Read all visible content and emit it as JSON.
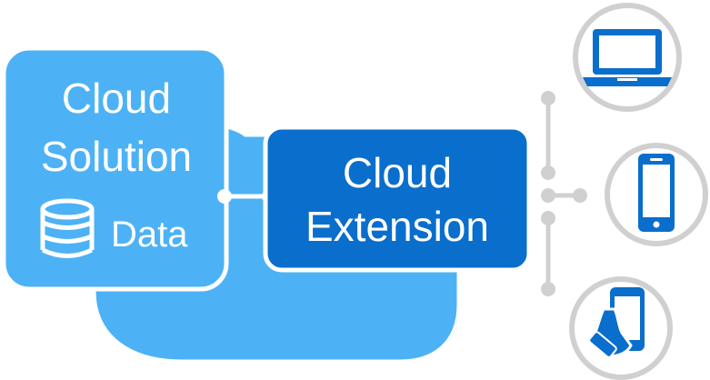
{
  "cloud_solution": {
    "title_line1": "Cloud",
    "title_line2": "Solution",
    "data_label": "Data",
    "icon": "database-icon",
    "color": "#4DB2F5"
  },
  "cloud_extension": {
    "title_line1": "Cloud",
    "title_line2": "Extension",
    "color": "#0A6ECC"
  },
  "background_cloud": {
    "color": "#4DB2F5"
  },
  "devices": [
    {
      "name": "laptop",
      "icon": "laptop-icon"
    },
    {
      "name": "smartphone",
      "icon": "smartphone-icon"
    },
    {
      "name": "handheld-phone",
      "icon": "hand-phone-icon"
    }
  ],
  "colors": {
    "device_icon": "#0A6ECC",
    "device_ring": "#D0D0D0",
    "connector": "#D0D0D0"
  }
}
